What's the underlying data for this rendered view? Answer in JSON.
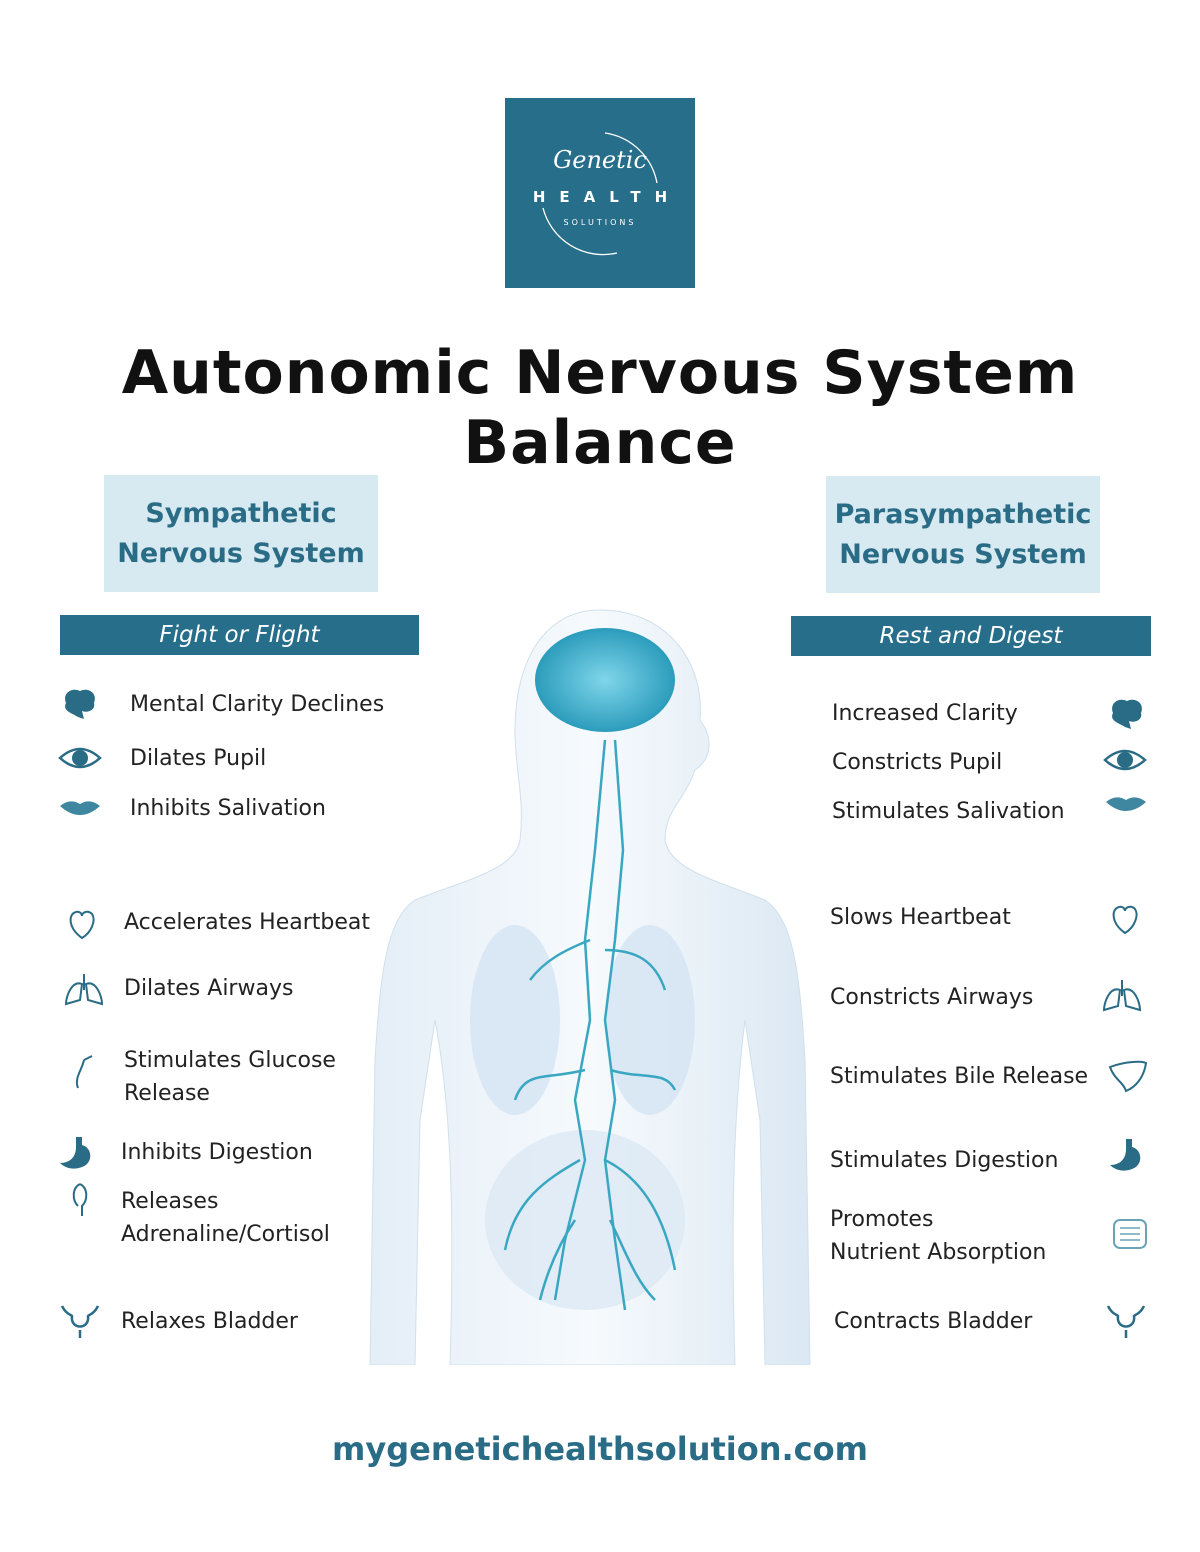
{
  "logo": {
    "script": "Genetic",
    "main": "HEALTH",
    "sub": "SOLUTIONS"
  },
  "title": "Autonomic Nervous System Balance",
  "sympathetic": {
    "heading_line1": "Sympathetic",
    "heading_line2": "Nervous System",
    "tagline": "Fight or Flight",
    "items": [
      {
        "icon": "brain-icon",
        "label": "Mental Clarity Declines"
      },
      {
        "icon": "eye-icon",
        "label": "Dilates Pupil"
      },
      {
        "icon": "lips-icon",
        "label": "Inhibits Salivation"
      },
      {
        "icon": "heart-icon",
        "label": "Accelerates Heartbeat"
      },
      {
        "icon": "lungs-icon",
        "label": "Dilates Airways"
      },
      {
        "icon": "pancreas-icon",
        "label": "Stimulates Glucose\nRelease"
      },
      {
        "icon": "stomach-icon",
        "label": "Inhibits Digestion"
      },
      {
        "icon": "adrenal-icon",
        "label": "Releases\nAdrenaline/Cortisol"
      },
      {
        "icon": "bladder-icon",
        "label": "Relaxes Bladder"
      }
    ]
  },
  "parasympathetic": {
    "heading_line1": "Parasympathetic",
    "heading_line2": "Nervous System",
    "tagline": "Rest and Digest",
    "items": [
      {
        "icon": "brain-icon",
        "label": "Increased Clarity"
      },
      {
        "icon": "eye-icon",
        "label": "Constricts Pupil"
      },
      {
        "icon": "lips-icon",
        "label": "Stimulates Salivation"
      },
      {
        "icon": "heart-icon",
        "label": "Slows Heartbeat"
      },
      {
        "icon": "lungs-icon",
        "label": "Constricts Airways"
      },
      {
        "icon": "liver-icon",
        "label": "Stimulates Bile Release"
      },
      {
        "icon": "stomach-icon",
        "label": "Stimulates Digestion"
      },
      {
        "icon": "intestine-icon",
        "label": "Promotes\nNutrient Absorption"
      },
      {
        "icon": "bladder-icon",
        "label": "Contracts Bladder"
      }
    ]
  },
  "footer_url": "mygenetichealthsolution.com",
  "colors": {
    "brand": "#276e8a",
    "box": "#d7e9f1",
    "nerve": "#3aa7c2"
  }
}
